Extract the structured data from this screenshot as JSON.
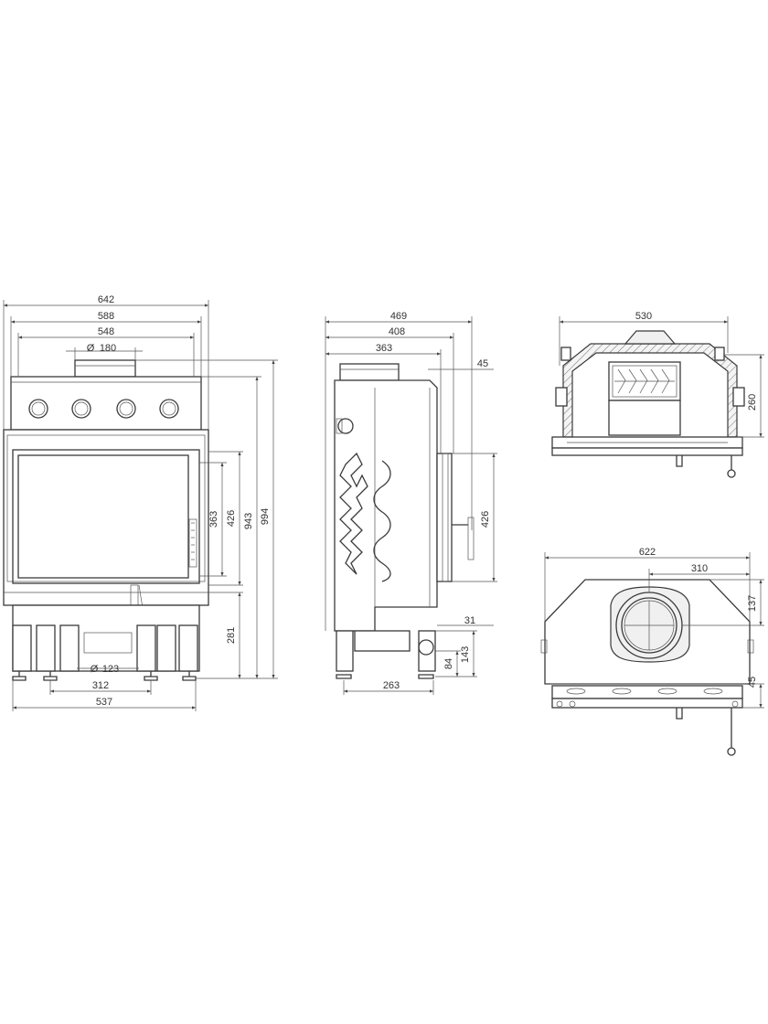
{
  "front_view": {
    "width_642": "642",
    "width_588": "588",
    "width_548": "548",
    "flue_dia": "180",
    "glass_height": "363",
    "frame_height": "426",
    "body_height": "943",
    "total_height": "994",
    "base_height": "281",
    "inlet_dia": "123",
    "feet_spacing": "312",
    "base_width": "537"
  },
  "side_view": {
    "depth_469": "469",
    "depth_408": "408",
    "depth_363": "363",
    "offset_45": "45",
    "door_height": "426",
    "offset_31": "31",
    "height_143": "143",
    "height_84": "84",
    "base_depth": "263"
  },
  "top_view": {
    "width_530": "530",
    "depth_260": "260"
  },
  "bottom_view": {
    "width_622": "622",
    "offset_310": "310",
    "depth_137": "137",
    "depth_45": "45"
  }
}
